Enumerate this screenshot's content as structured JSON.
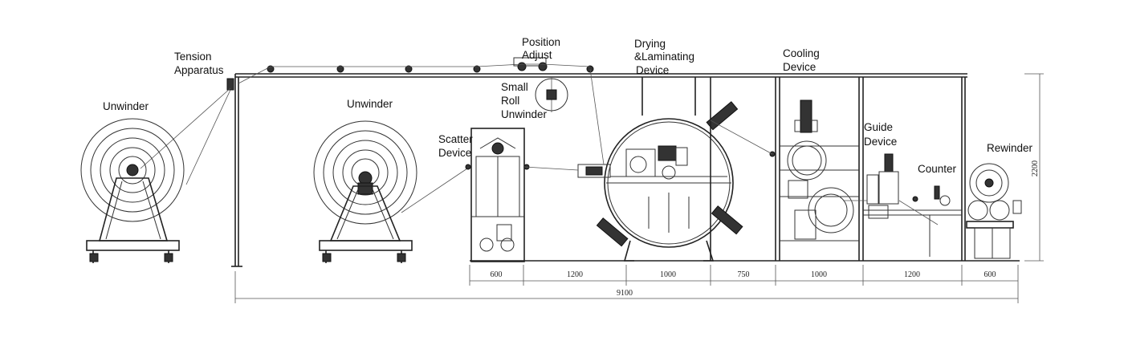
{
  "labels": {
    "unwinder_left": "Unwinder",
    "tension_line1": "Tension",
    "tension_line2": "Apparatus",
    "unwinder_mid": "Unwinder",
    "position_line1": "Position",
    "position_line2": "Adjust",
    "small_line1": "Small",
    "small_line2": "Roll",
    "small_line3": "Unwinder",
    "scatter_line1": "Scatter",
    "scatter_line2": "Device",
    "drying_line1": "Drying",
    "drying_line2": "&Laminating",
    "drying_line3": "Device",
    "cooling_line1": "Cooling",
    "cooling_line2": "Device",
    "guide_line1": "Guide",
    "guide_line2": "Device",
    "counter": "Counter",
    "rewinder": "Rewinder"
  },
  "dimensions": {
    "seg1": "600",
    "seg2": "1200",
    "seg3": "1000",
    "seg4": "750",
    "seg5": "1000",
    "seg6": "1200",
    "seg7": "600",
    "total": "9100",
    "height": "2200"
  }
}
